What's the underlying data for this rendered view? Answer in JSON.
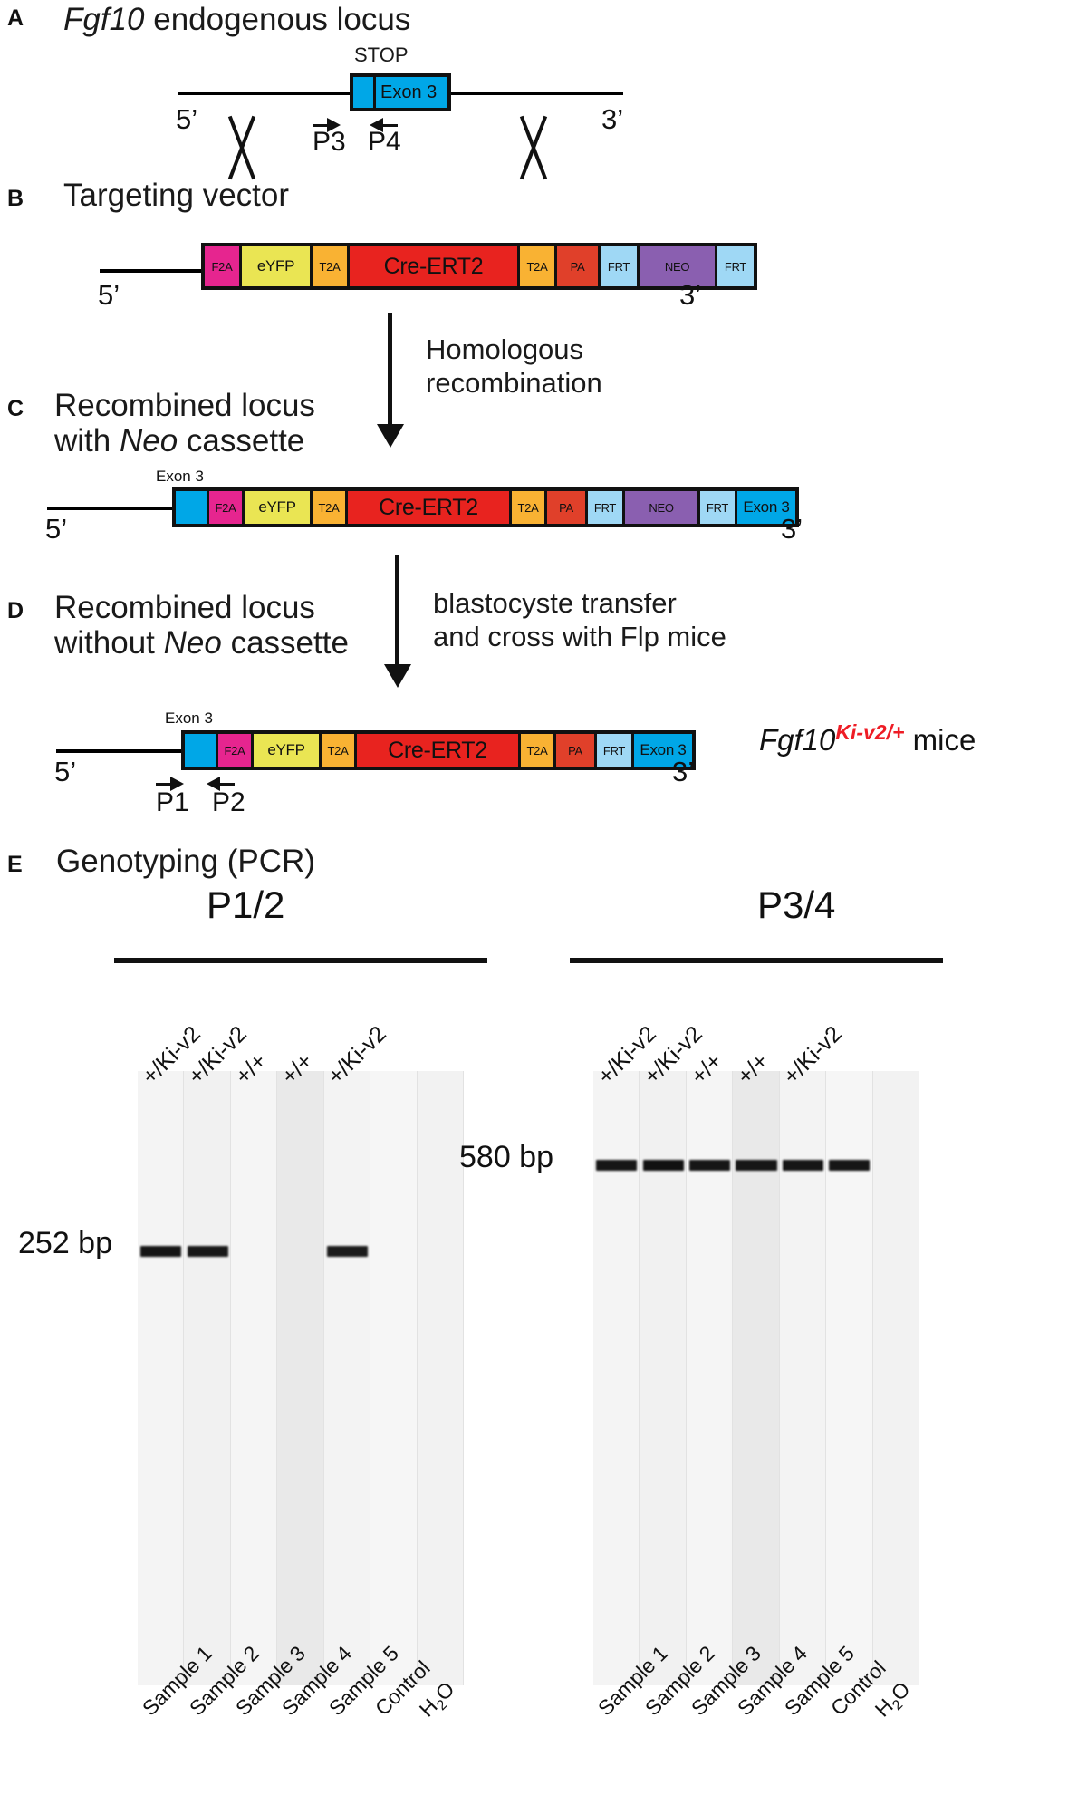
{
  "figure": {
    "panels": [
      {
        "letter": "A",
        "title_plain_1": "",
        "title": "Fgf10 endogenous locus"
      },
      {
        "letter": "B",
        "title": "Targeting vector"
      },
      {
        "letter": "C",
        "title_line1": "Recombined locus",
        "title_line2_a": "with ",
        "title_line2_b": "Neo",
        "title_line2_c": " cassette"
      },
      {
        "letter": "D",
        "title_line1": "Recombined locus",
        "title_line2_a": "without ",
        "title_line2_b": "Neo",
        "title_line2_c": " cassette"
      },
      {
        "letter": "E",
        "title": "Genotyping (PCR)"
      }
    ]
  },
  "panelA": {
    "letter": "A",
    "gene_italic": "Fgf10",
    "title_rest": " endogenous locus",
    "stop_label": "STOP",
    "exon_label": "Exon 3",
    "five_prime": "5’",
    "three_prime": "3’",
    "primer_left": "P3",
    "primer_right": "P4",
    "exon_color": "#00a7e7"
  },
  "panelB": {
    "letter": "B",
    "title": "Targeting vector",
    "five_prime": "5’",
    "three_prime": "3’",
    "segments": [
      {
        "label": "F2A",
        "color": "#e6258f",
        "width": 38,
        "size": "sm"
      },
      {
        "label": "eYFP",
        "color": "#eae553",
        "width": 75,
        "size": "med"
      },
      {
        "label": "T2A",
        "color": "#f9b233",
        "width": 38,
        "size": "sm"
      },
      {
        "label": "Cre-ERT2",
        "color": "#e8231f",
        "width": 185,
        "size": "big"
      },
      {
        "label": "T2A",
        "color": "#f9b233",
        "width": 38,
        "size": "sm"
      },
      {
        "label": "PA",
        "color": "#e0402a",
        "width": 45,
        "size": "sm"
      },
      {
        "label": "FRT",
        "color": "#9fd8f5",
        "width": 40,
        "size": "sm"
      },
      {
        "label": "NEO",
        "color": "#8a5fb0",
        "width": 83,
        "size": "sm"
      },
      {
        "label": "FRT",
        "color": "#9fd8f5",
        "width": 40,
        "size": "sm"
      }
    ]
  },
  "panelC": {
    "letter": "C",
    "title_line1": "Recombined locus",
    "title_line2_pre": "with ",
    "title_line2_italic": "Neo",
    "title_line2_post": " cassette",
    "exon_caption": "Exon 3",
    "five_prime": "5’",
    "three_prime": "3’",
    "segments": [
      {
        "label": "",
        "color": "#00a7e7",
        "width": 34,
        "size": "sm"
      },
      {
        "label": "F2A",
        "color": "#e6258f",
        "width": 36,
        "size": "sm"
      },
      {
        "label": "eYFP",
        "color": "#eae553",
        "width": 72,
        "size": "med"
      },
      {
        "label": "T2A",
        "color": "#f9b233",
        "width": 36,
        "size": "sm"
      },
      {
        "label": "Cre-ERT2",
        "color": "#e8231f",
        "width": 178,
        "size": "big"
      },
      {
        "label": "T2A",
        "color": "#f9b233",
        "width": 36,
        "size": "sm"
      },
      {
        "label": "PA",
        "color": "#e0402a",
        "width": 42,
        "size": "sm"
      },
      {
        "label": "FRT",
        "color": "#9fd8f5",
        "width": 38,
        "size": "sm"
      },
      {
        "label": "NEO",
        "color": "#8a5fb0",
        "width": 80,
        "size": "sm"
      },
      {
        "label": "FRT",
        "color": "#9fd8f5",
        "width": 38,
        "size": "sm"
      },
      {
        "label": "Exon 3",
        "color": "#00a7e7",
        "width": 64,
        "size": "med"
      }
    ]
  },
  "panelD": {
    "letter": "D",
    "title_line1": "Recombined locus",
    "title_line2_pre": "without ",
    "title_line2_italic": "Neo",
    "title_line2_post": " cassette",
    "exon_caption": "Exon 3",
    "five_prime": "5’",
    "three_prime": "3’",
    "primer_left": "P1",
    "primer_right": "P2",
    "allele_gene": "Fgf10",
    "allele_sup": "Ki-v2/+",
    "allele_suffix": " mice",
    "allele_sup_color": "#ee1c25",
    "segments": [
      {
        "label": "",
        "color": "#00a7e7",
        "width": 34,
        "size": "sm"
      },
      {
        "label": "F2A",
        "color": "#e6258f",
        "width": 36,
        "size": "sm"
      },
      {
        "label": "eYFP",
        "color": "#eae553",
        "width": 72,
        "size": "med"
      },
      {
        "label": "T2A",
        "color": "#f9b233",
        "width": 36,
        "size": "sm"
      },
      {
        "label": "Cre-ERT2",
        "color": "#e8231f",
        "width": 178,
        "size": "big"
      },
      {
        "label": "T2A",
        "color": "#f9b233",
        "width": 36,
        "size": "sm"
      },
      {
        "label": "PA",
        "color": "#e0402a",
        "width": 42,
        "size": "sm"
      },
      {
        "label": "FRT",
        "color": "#9fd8f5",
        "width": 38,
        "size": "sm"
      },
      {
        "label": "Exon 3",
        "color": "#00a7e7",
        "width": 64,
        "size": "med"
      }
    ]
  },
  "process": {
    "step1_line1": "Homologous",
    "step1_line2": "recombination",
    "step2_line1": "blastocyste transfer",
    "step2_line2": "and cross with Flp mice"
  },
  "panelE": {
    "letter": "E",
    "title": "Genotyping (PCR)",
    "gels": [
      {
        "name": "P1/2",
        "size_label": "252 bp",
        "genotypes": [
          "+/Ki-v2",
          "+/Ki-v2",
          "+/+",
          "+/+",
          "+/Ki-v2",
          "",
          ""
        ],
        "lanes": [
          "Sample 1",
          "Sample 2",
          "Sample 3",
          "Sample 4",
          "Sample 5",
          "Control",
          "H₂O"
        ],
        "bands": [
          {
            "lane": 0,
            "intensity": 0.95
          },
          {
            "lane": 1,
            "intensity": 0.92
          },
          {
            "lane": 4,
            "intensity": 0.9
          }
        ]
      },
      {
        "name": "P3/4",
        "size_label": "580 bp",
        "genotypes": [
          "+/Ki-v2",
          "+/Ki-v2",
          "+/+",
          "+/+",
          "+/Ki-v2",
          "",
          ""
        ],
        "lanes": [
          "Sample 1",
          "Sample 2",
          "Sample 3",
          "Sample 4",
          "Sample 5",
          "Control",
          "H₂O"
        ],
        "bands": [
          {
            "lane": 0,
            "intensity": 0.95
          },
          {
            "lane": 1,
            "intensity": 1.0
          },
          {
            "lane": 2,
            "intensity": 0.95
          },
          {
            "lane": 3,
            "intensity": 0.95
          },
          {
            "lane": 4,
            "intensity": 0.95
          },
          {
            "lane": 5,
            "intensity": 0.95
          }
        ]
      }
    ]
  }
}
